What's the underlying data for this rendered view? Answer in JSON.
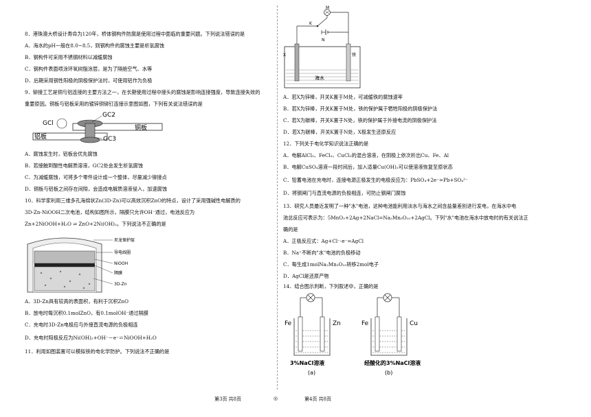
{
  "left": {
    "q8": "8．港珠澳大桥设计寿命为120年，桥体钢构件防腐是使用过程中面临的重要问题。下列说法错误的是",
    "q8a": "A．海水的pH一般在8.0~8.5，则钢构件的腐蚀主要是析氢腐蚀",
    "q8b": "B．钢构件可采用不锈钢材料以减缓腐蚀",
    "q8c": "C．钢构件表面喷涂环氧树脂涂层，是为了隔绝空气、水等",
    "q8d": "D．后期采用钢性阳极的阴极保护法时，可使用铝作为负极",
    "q9a1": "9．铆接工艺是铜与铝连接的主要方法之一，在长期使用过程中接头的腐蚀是影响连接强度，导致连接失效的",
    "q9a2": "重要原因。铜板与铝板采用的镀锌铜铆钉连接示意图如图，下列有关说法错误的是",
    "fig9": {
      "gcl": "GCl",
      "gc2": "GC2",
      "gc3": "GC3",
      "cu": "铜板",
      "al": "铝板"
    },
    "q9A": "A．腐蚀发生时，铝板会优先腐蚀",
    "q9B": "B．若接触到酸性电解质溶液，GC2处会发生析氢腐蚀",
    "q9C": "C．为减缓腐蚀，可将多个零件设计成一个整体，尽量减少铆接点",
    "q9D": "D．铜板与铝板之间存在间隙，会造成电解质溶液侵入，加速腐蚀",
    "q10a": "10．科学家利用三维多孔海绵状Zn(3D-Zn)可以高效沉积ZnO的特点，设计了采用强碱性电解质的",
    "q10b": "3D-Zn-NiOOH二次电池，结构如图所示，隔膜只允许OH⁻通过，电池反应为",
    "q10eq": "Zn+2NiOOH+H₂O ⇌ ZnO+2Ni(OH)₂。下列说法不正确的是",
    "fig10": {
      "l1": "尼龙保护层",
      "l2": "导电线圈",
      "l3": "NiOOH",
      "l4": "隔膜",
      "l5": "3D-Zn"
    },
    "q10A": "A．3D-Zn具有较高的表面积，有利于沉积ZnO",
    "q10B": "B．放电时每沉积0.1molZnO，有0.1molOH⁻通过隔膜",
    "q10C": "C．充电时3D-Zn电极应与外接直流电源的负极相连",
    "q10D": "D．充电时阳极反应为Ni(OH)₂+OH⁻－e⁻＝NiOOH+H₂O",
    "q11": "11．利用如图装置可以模拟铁的电化学防护。下列说法不正确的是"
  },
  "right": {
    "fig11": {
      "m": "M",
      "k": "K",
      "n": "N",
      "x": "X",
      "fe": "铁",
      "sea": "海水"
    },
    "q11A": "A．若X为锌棒，开关K置于M处，可减缓铁的腐蚀速率",
    "q11B": "B．若X为锌棒，开关K置于M处，铁的保护属于牺牲阳极的阴极保护法",
    "q11C": "C．若X为碳棒，开关K置于N处，铁的保护属于外接电流的阴极保护法",
    "q11D": "D．若X为碳棒，开关K置于N处，X极发生还原反应",
    "q12": "12．下列关于电化学知识说法正确的是",
    "q12A": "A．电解AlCl₃、FeCl₃、CuCl₂的混合溶液，在阴极上依次析出Cu、Fe、Al",
    "q12B": "B．电解CuSO₄溶液一段时间后，加入适量Cu(OH)₂可以使溶液恢复至原状态",
    "q12C": "C．铅蓄电池在充电时，连接电源正极发生的电极反应为：PbSO₄+2e⁻=Pb+SO₄²⁻",
    "q12D": "D．将钢闸门与直流电源的负极相连，可防止钢闸门腐蚀",
    "q13a": "13．研究人员最近发明了一种\"水\"电池，这种电池能利用淡水与海水之间含盐量差别进行发电，在海水中电",
    "q13b": "池总反应可表示为：5MnO₂+2Ag+2NaCl=Na₂Mn₅O₁₀+2AgCl。下列\"水\"电池在海水中放电时的有关说法正",
    "q13c": "确的是",
    "q13A": "A．正极反应式：Ag+Cl⁻-e⁻=AgCl",
    "q13B": "B．Na⁺不断向\"水\"电池的负极移动",
    "q13C": "C．每生成1molNa₂Mn₅O₁₀转移2mol电子",
    "q13D": "D．AgCl是还原产物",
    "q14": "14．结合图示判断，下列叙述中，正确的是",
    "fig14": {
      "fe1": "Fe",
      "zn": "Zn",
      "fe2": "Fe",
      "cu": "Cu",
      "sol_a": "3%NaCl溶液",
      "sol_b": "经酸化的3%NaCl溶液",
      "cap_a": "(a)",
      "cap_b": "(b)"
    }
  },
  "footer": {
    "page3": "第3页 共8页",
    "dot": "◎",
    "page4": "第4页 共8页"
  }
}
